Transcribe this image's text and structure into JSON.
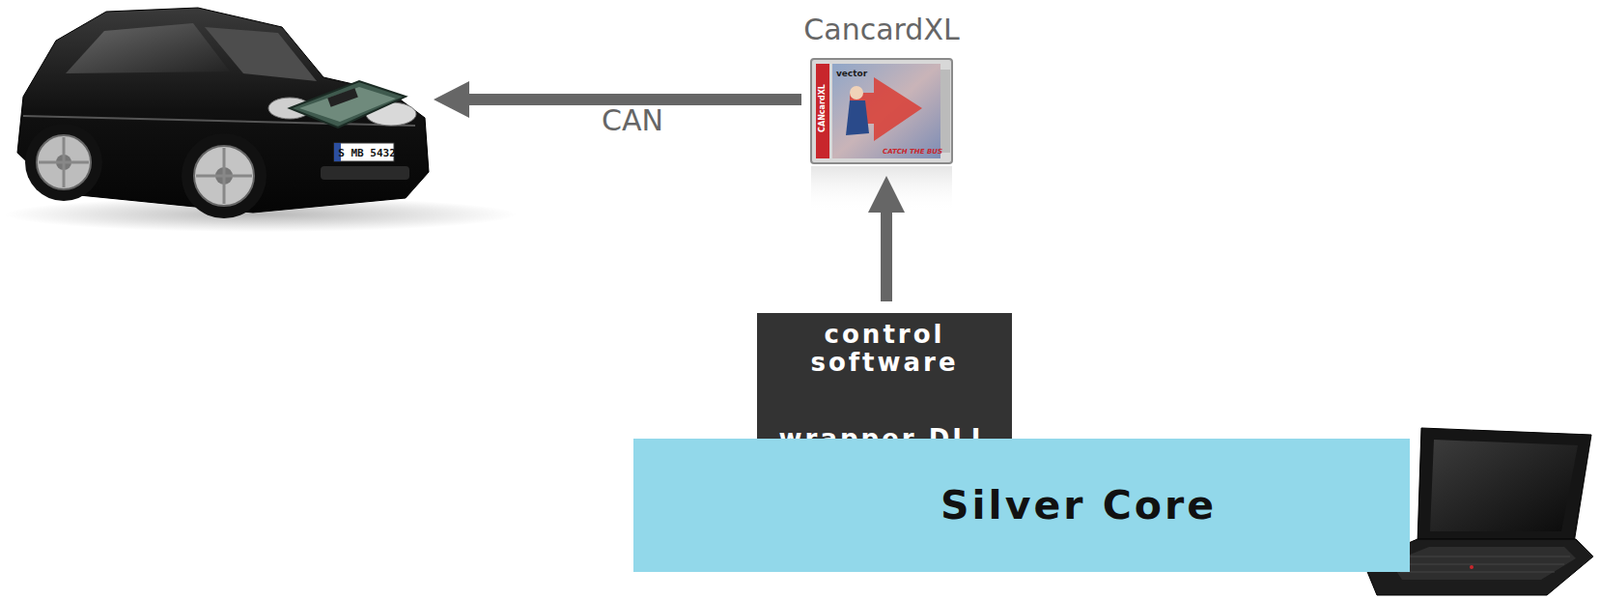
{
  "diagram": {
    "nodes": [
      {
        "text": [
          "CancardXL"
        ]
      },
      {
        "text": [
          "control software",
          "wrapper DLL"
        ]
      },
      {
        "text": [
          "Silver Core"
        ]
      }
    ],
    "edges": [
      {
        "from": 1,
        "to": 0,
        "arrow": "to"
      }
    ],
    "labels": [
      "CAN",
      "CANcardXL",
      "vector",
      "CATCH THE BUS",
      "S MB 5432"
    ]
  }
}
